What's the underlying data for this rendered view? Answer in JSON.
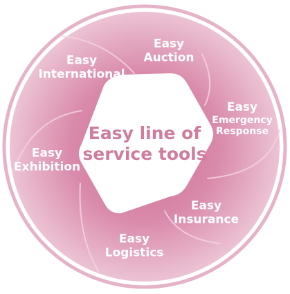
{
  "diagram": {
    "center": {
      "line1": "Easy line of",
      "line2": "service tools"
    },
    "segments": [
      {
        "key": "auction",
        "line1": "Easy",
        "line2": "Auction"
      },
      {
        "key": "emergency",
        "line1": "Easy",
        "line2": "Emergency",
        "line3": "Response"
      },
      {
        "key": "insurance",
        "line1": "Easy",
        "line2": "Insurance"
      },
      {
        "key": "logistics",
        "line1": "Easy",
        "line2": "Logistics"
      },
      {
        "key": "exhibition",
        "line1": "Easy",
        "line2": "Exhibition"
      },
      {
        "key": "international",
        "line1": "Easy",
        "line2": "International"
      }
    ]
  },
  "colors": {
    "ring": "#e6b2c8",
    "disc": "#d98aaa",
    "disc_edge": "#e9bed0",
    "hexagon": "#ffffff",
    "divider": "#f3d3e0",
    "center_text": "#cf7d9d",
    "label_text": "#ffffff"
  }
}
